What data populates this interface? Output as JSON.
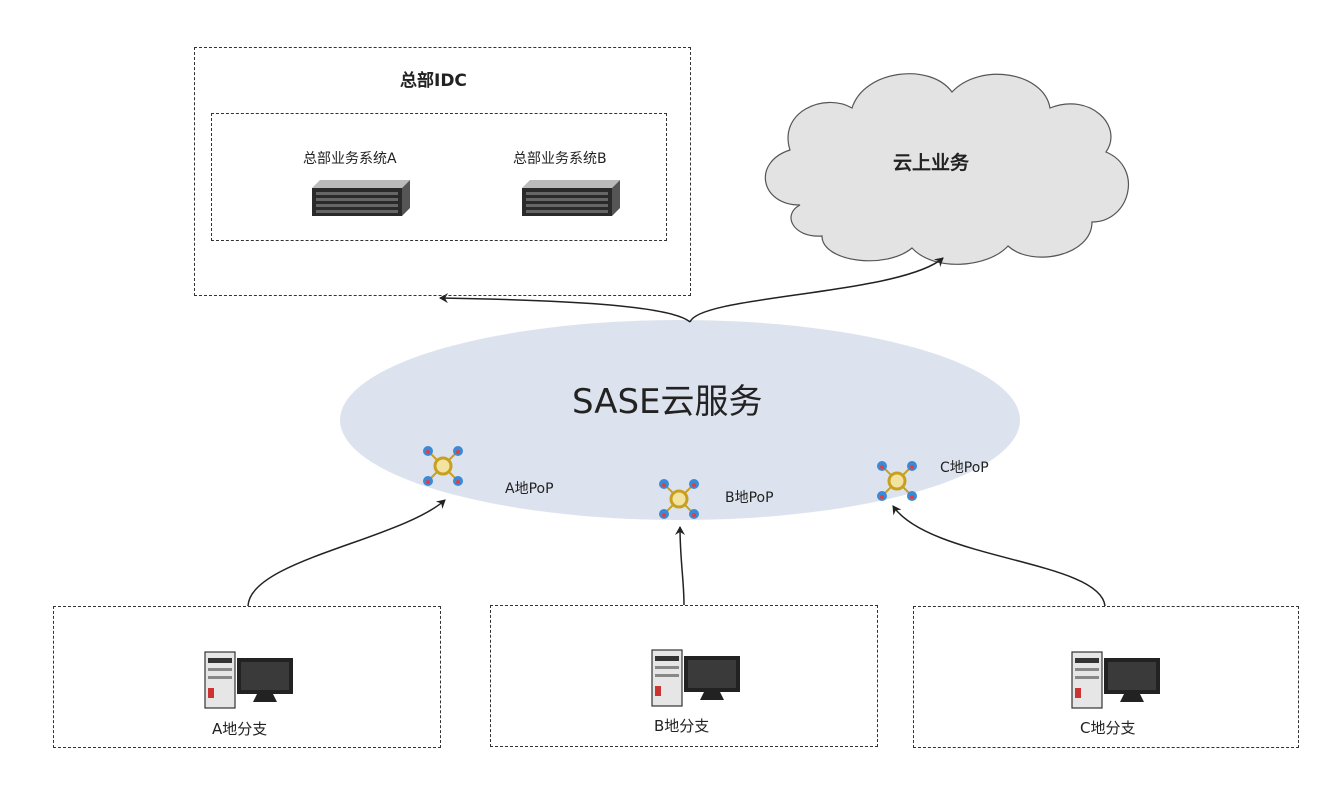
{
  "hq": {
    "title": "总部IDC",
    "systems": [
      {
        "label": "总部业务系统A",
        "icon": "server-icon"
      },
      {
        "label": "总部业务系统B",
        "icon": "server-icon"
      }
    ]
  },
  "cloud": {
    "label": "云上业务",
    "icon": "cloud-icon"
  },
  "sase": {
    "label": "SASE云服务",
    "pops": [
      {
        "label": "A地PoP",
        "icon": "pop-node-icon"
      },
      {
        "label": "B地PoP",
        "icon": "pop-node-icon"
      },
      {
        "label": "C地PoP",
        "icon": "pop-node-icon"
      }
    ]
  },
  "branches": [
    {
      "label": "A地分支",
      "icon": "workstation-icon"
    },
    {
      "label": "B地分支",
      "icon": "workstation-icon"
    },
    {
      "label": "C地分支",
      "icon": "workstation-icon"
    }
  ],
  "colors": {
    "ellipse": "#dde3ee",
    "cloud": "#e3e3e3",
    "line": "#222222",
    "box_border": "#333333",
    "pop_ring": "#c8a020",
    "pop_node": "#3a8ad8"
  }
}
